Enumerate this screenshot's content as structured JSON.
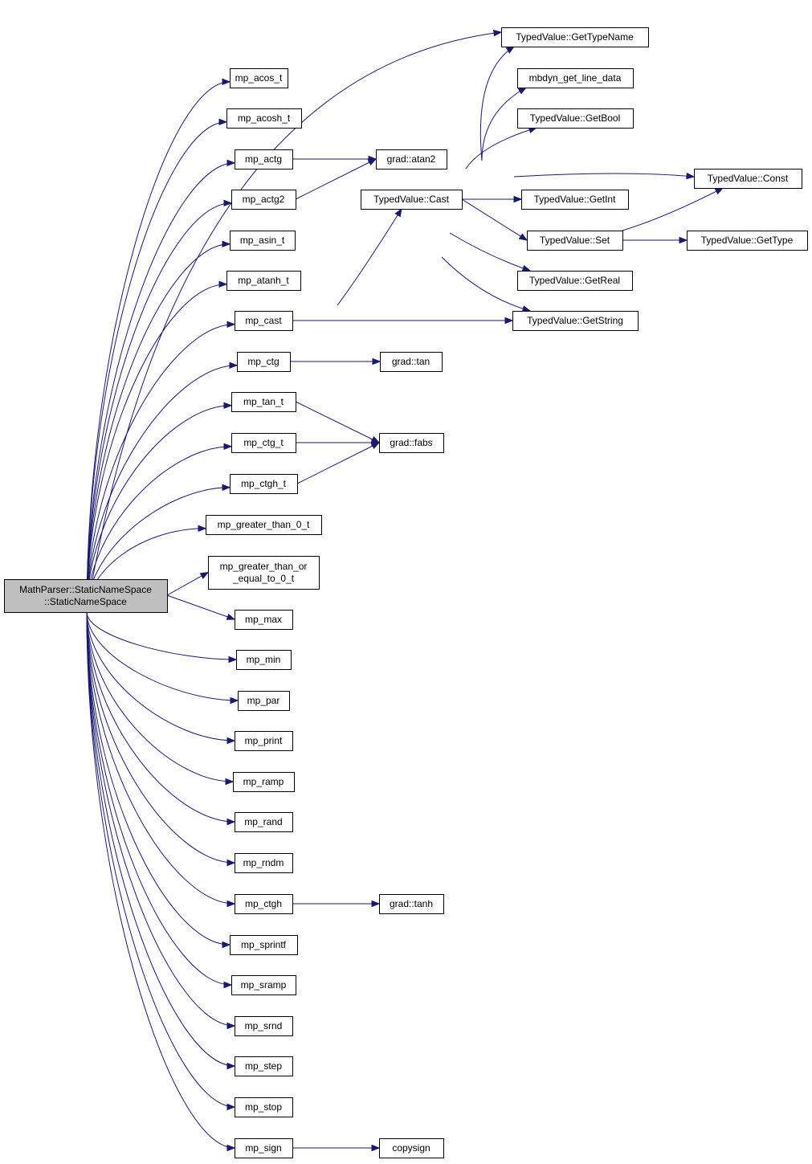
{
  "diagram": {
    "root": {
      "id": "root",
      "lines": [
        "MathParser::StaticNameSpace",
        "::StaticNameSpace"
      ]
    },
    "nodes": [
      {
        "id": "tv_gettypename",
        "lines": [
          "TypedValue::GetTypeName"
        ]
      },
      {
        "id": "mp_acos_t",
        "lines": [
          "mp_acos_t"
        ]
      },
      {
        "id": "mbdyn_get_line_data",
        "lines": [
          "mbdyn_get_line_data"
        ]
      },
      {
        "id": "mp_acosh_t",
        "lines": [
          "mp_acosh_t"
        ]
      },
      {
        "id": "tv_getbool",
        "lines": [
          "TypedValue::GetBool"
        ]
      },
      {
        "id": "mp_actg",
        "lines": [
          "mp_actg"
        ]
      },
      {
        "id": "grad_atan2",
        "lines": [
          "grad::atan2"
        ]
      },
      {
        "id": "tv_const",
        "lines": [
          "TypedValue::Const"
        ]
      },
      {
        "id": "mp_actg2",
        "lines": [
          "mp_actg2"
        ]
      },
      {
        "id": "tv_cast",
        "lines": [
          "TypedValue::Cast"
        ]
      },
      {
        "id": "tv_getint",
        "lines": [
          "TypedValue::GetInt"
        ]
      },
      {
        "id": "mp_asin_t",
        "lines": [
          "mp_asin_t"
        ]
      },
      {
        "id": "tv_set",
        "lines": [
          "TypedValue::Set"
        ]
      },
      {
        "id": "tv_gettype",
        "lines": [
          "TypedValue::GetType"
        ]
      },
      {
        "id": "mp_atanh_t",
        "lines": [
          "mp_atanh_t"
        ]
      },
      {
        "id": "tv_getreal",
        "lines": [
          "TypedValue::GetReal"
        ]
      },
      {
        "id": "mp_cast",
        "lines": [
          "mp_cast"
        ]
      },
      {
        "id": "tv_getstring",
        "lines": [
          "TypedValue::GetString"
        ]
      },
      {
        "id": "mp_ctg",
        "lines": [
          "mp_ctg"
        ]
      },
      {
        "id": "grad_tan",
        "lines": [
          "grad::tan"
        ]
      },
      {
        "id": "mp_tan_t",
        "lines": [
          "mp_tan_t"
        ]
      },
      {
        "id": "mp_ctg_t",
        "lines": [
          "mp_ctg_t"
        ]
      },
      {
        "id": "grad_fabs",
        "lines": [
          "grad::fabs"
        ]
      },
      {
        "id": "mp_ctgh_t",
        "lines": [
          "mp_ctgh_t"
        ]
      },
      {
        "id": "mp_greater_than_0_t",
        "lines": [
          "mp_greater_than_0_t"
        ]
      },
      {
        "id": "mp_greater_than_or_equal_to_0_t",
        "lines": [
          "mp_greater_than_or",
          "_equal_to_0_t"
        ]
      },
      {
        "id": "mp_max",
        "lines": [
          "mp_max"
        ]
      },
      {
        "id": "mp_min",
        "lines": [
          "mp_min"
        ]
      },
      {
        "id": "mp_par",
        "lines": [
          "mp_par"
        ]
      },
      {
        "id": "mp_print",
        "lines": [
          "mp_print"
        ]
      },
      {
        "id": "mp_ramp",
        "lines": [
          "mp_ramp"
        ]
      },
      {
        "id": "mp_rand",
        "lines": [
          "mp_rand"
        ]
      },
      {
        "id": "mp_rndm",
        "lines": [
          "mp_rndm"
        ]
      },
      {
        "id": "mp_ctgh",
        "lines": [
          "mp_ctgh"
        ]
      },
      {
        "id": "grad_tanh",
        "lines": [
          "grad::tanh"
        ]
      },
      {
        "id": "mp_sprintf",
        "lines": [
          "mp_sprintf"
        ]
      },
      {
        "id": "mp_sramp",
        "lines": [
          "mp_sramp"
        ]
      },
      {
        "id": "mp_srnd",
        "lines": [
          "mp_srnd"
        ]
      },
      {
        "id": "mp_step",
        "lines": [
          "mp_step"
        ]
      },
      {
        "id": "mp_stop",
        "lines": [
          "mp_stop"
        ]
      },
      {
        "id": "mp_sign",
        "lines": [
          "mp_sign"
        ]
      },
      {
        "id": "copysign",
        "lines": [
          "copysign"
        ]
      }
    ],
    "edges": [
      [
        "root",
        "tv_gettypename"
      ],
      [
        "root",
        "mp_acos_t"
      ],
      [
        "root",
        "mp_acosh_t"
      ],
      [
        "root",
        "mp_actg"
      ],
      [
        "root",
        "mp_actg2"
      ],
      [
        "root",
        "mp_asin_t"
      ],
      [
        "root",
        "mp_atanh_t"
      ],
      [
        "root",
        "mp_cast"
      ],
      [
        "root",
        "mp_ctg"
      ],
      [
        "root",
        "mp_tan_t"
      ],
      [
        "root",
        "mp_ctg_t"
      ],
      [
        "root",
        "mp_ctgh_t"
      ],
      [
        "root",
        "mp_greater_than_0_t"
      ],
      [
        "root",
        "mp_greater_than_or_equal_to_0_t"
      ],
      [
        "root",
        "mp_max"
      ],
      [
        "root",
        "mp_min"
      ],
      [
        "root",
        "mp_par"
      ],
      [
        "root",
        "mp_print"
      ],
      [
        "root",
        "mp_ramp"
      ],
      [
        "root",
        "mp_rand"
      ],
      [
        "root",
        "mp_rndm"
      ],
      [
        "root",
        "mp_ctgh"
      ],
      [
        "root",
        "mp_sprintf"
      ],
      [
        "root",
        "mp_sramp"
      ],
      [
        "root",
        "mp_srnd"
      ],
      [
        "root",
        "mp_step"
      ],
      [
        "root",
        "mp_stop"
      ],
      [
        "root",
        "mp_sign"
      ],
      [
        "mp_actg",
        "grad_atan2"
      ],
      [
        "mp_actg2",
        "grad_atan2"
      ],
      [
        "mp_cast",
        "tv_cast"
      ],
      [
        "mp_cast",
        "tv_getstring"
      ],
      [
        "tv_cast",
        "tv_gettypename"
      ],
      [
        "tv_cast",
        "mbdyn_get_line_data"
      ],
      [
        "tv_cast",
        "tv_getbool"
      ],
      [
        "tv_cast",
        "tv_const"
      ],
      [
        "tv_cast",
        "tv_getint"
      ],
      [
        "tv_cast",
        "tv_set"
      ],
      [
        "tv_cast",
        "tv_getreal"
      ],
      [
        "tv_cast",
        "tv_getstring"
      ],
      [
        "tv_set",
        "tv_const"
      ],
      [
        "tv_set",
        "tv_gettype"
      ],
      [
        "mp_ctg",
        "grad_tan"
      ],
      [
        "mp_tan_t",
        "grad_fabs"
      ],
      [
        "mp_ctg_t",
        "grad_fabs"
      ],
      [
        "mp_ctgh_t",
        "grad_fabs"
      ],
      [
        "mp_ctgh",
        "grad_tanh"
      ],
      [
        "mp_sign",
        "copysign"
      ]
    ]
  }
}
